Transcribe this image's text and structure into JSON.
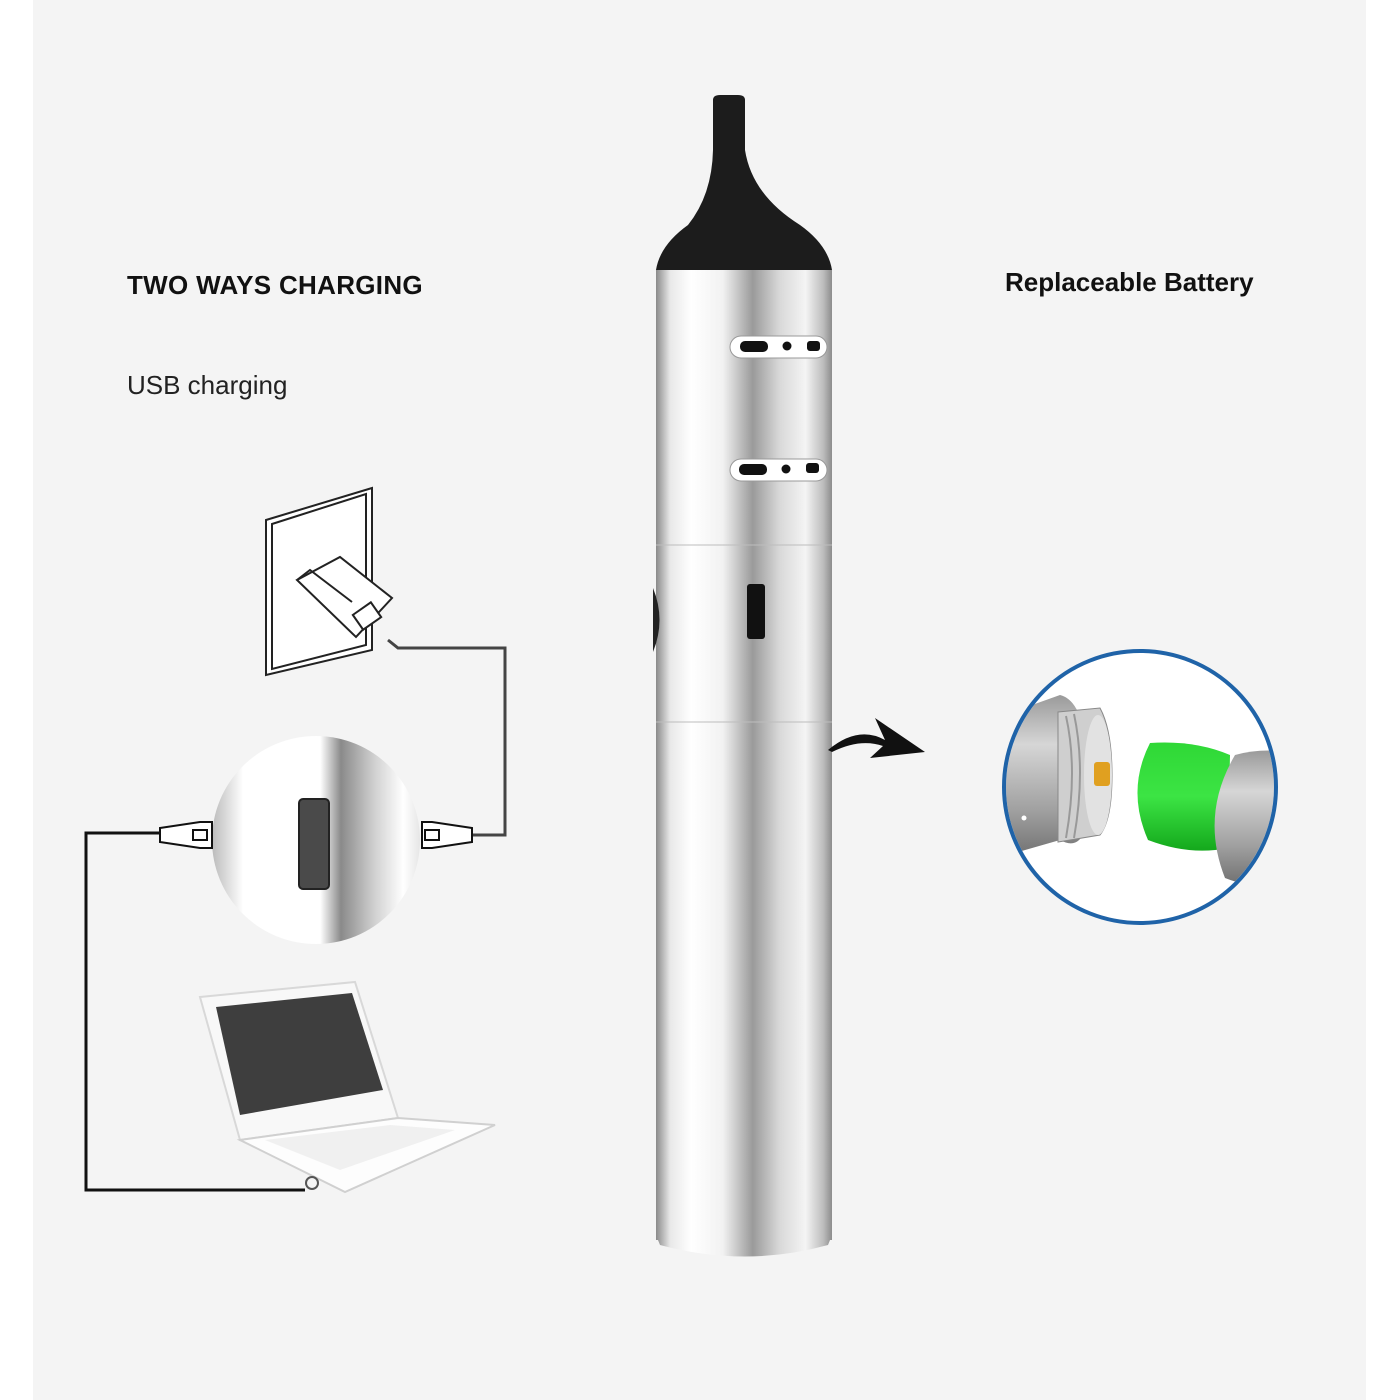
{
  "left_section": {
    "title": "TWO WAYS CHARGING",
    "subtitle": "USB charging",
    "illustrations": [
      "wall-charger-icon",
      "usb-port-closeup",
      "laptop-icon"
    ]
  },
  "right_section": {
    "title": "Replaceable Battery",
    "illustration": "battery-closeup"
  },
  "product": {
    "name": "pen-device",
    "body_color": "#c8c8c8",
    "mouthpiece_color": "#1c1c1c"
  },
  "colors": {
    "background": "#f4f4f4",
    "circle_border": "#1f63a8",
    "battery_green": "#22c22a",
    "contact_gold": "#e0a020"
  }
}
